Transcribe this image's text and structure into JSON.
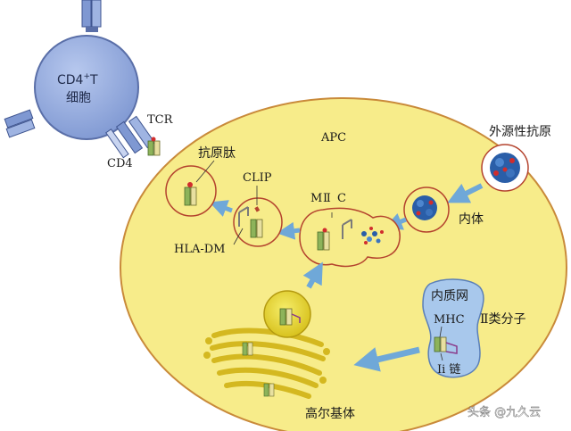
{
  "labels": {
    "cd4_cell_line1": "CD4",
    "cd4_cell_sup": "+",
    "cd4_cell_line1_suffix": "T",
    "cd4_cell_line2": "细胞",
    "tcr": "TCR",
    "cd4": "CD4",
    "apc": "APC",
    "exogenous_antigen": "外源性抗原",
    "endosome": "内体",
    "antigen_peptide": "抗原肽",
    "clip": "CLIP",
    "miic_prefix": "M",
    "miic_roman": "Ⅱ",
    "miic_suffix": "C",
    "hla_dm": "HLA-DM",
    "er": "内质网",
    "mhc": "MHC",
    "class_ii_molecule": "Ⅱ类分子",
    "ii_chain": "Ii 链",
    "golgi": "高尔基体"
  },
  "watermark": "头条 @九久云",
  "colors": {
    "apc_fill": "#f7ec8a",
    "apc_stroke": "#c98a3a",
    "tcell_fill": "#8fa7dc",
    "tcell_stroke": "#5a6fa8",
    "vesicle_stroke": "#b4432e",
    "er_fill": "#a8c8ec",
    "arrow": "#6fa8d8",
    "golgi": "#d4b820"
  }
}
